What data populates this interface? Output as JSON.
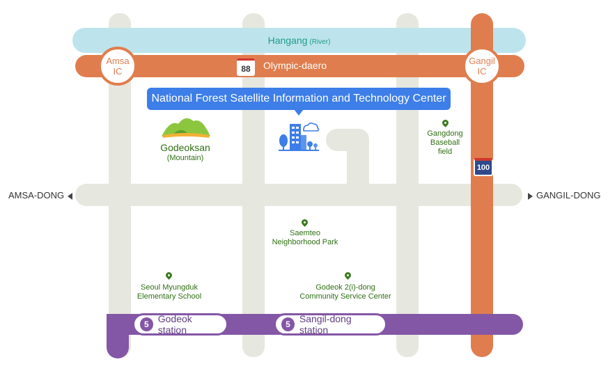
{
  "river": {
    "name": "Hangang",
    "sub": "(River)"
  },
  "roads": {
    "olympic": {
      "shield": "88",
      "name": "Olympic-daero"
    },
    "gangil_shield": "100"
  },
  "interchanges": {
    "amsa": {
      "line1": "Amsa",
      "line2": "IC"
    },
    "gangil": {
      "line1": "Gangil",
      "line2": "IC"
    }
  },
  "callout": "National Forest Satellite Information and Technology Center",
  "directions": {
    "left": "AMSA-DONG",
    "right": "GANGIL-DONG"
  },
  "mountain": {
    "name": "Godeoksan",
    "sub": "(Mountain)"
  },
  "pois": {
    "baseball": {
      "lines": [
        "Gangdong",
        "Baseball",
        "field"
      ]
    },
    "park": {
      "lines": [
        "Saemteo",
        "Neighborhood Park"
      ]
    },
    "school": {
      "lines": [
        "Seoul Myungduk",
        "Elementary School"
      ]
    },
    "community": {
      "lines": [
        "Godeok 2(i)-dong",
        "Community Service Center"
      ]
    }
  },
  "stations": [
    {
      "line": "5",
      "name": "Godeok station"
    },
    {
      "line": "5",
      "name": "Sangil-dong station"
    }
  ],
  "colors": {
    "river": "#bde4ec",
    "arterial": "#e07d4e",
    "local_road": "#e6e7de",
    "subway": "#8456a6",
    "callout": "#3d7ee8",
    "poi": "#2f6f14"
  }
}
